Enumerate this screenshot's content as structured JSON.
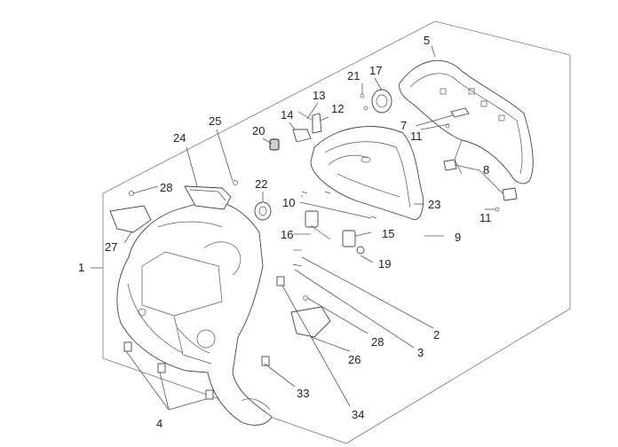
{
  "callouts": {
    "c1": "1",
    "c2": "2",
    "c3": "3",
    "c4": "4",
    "c5": "5",
    "c7": "7",
    "c8": "8",
    "c9": "9",
    "c10": "10",
    "c11a": "11",
    "c11b": "11",
    "c12": "12",
    "c13": "13",
    "c14": "14",
    "c15": "15",
    "c16": "16",
    "c17": "17",
    "c19": "19",
    "c20": "20",
    "c21": "21",
    "c22": "22",
    "c23": "23",
    "c24": "24",
    "c25": "25",
    "c26": "26",
    "c27": "27",
    "c28a": "28",
    "c28b": "28",
    "c33": "33",
    "c34": "34"
  }
}
